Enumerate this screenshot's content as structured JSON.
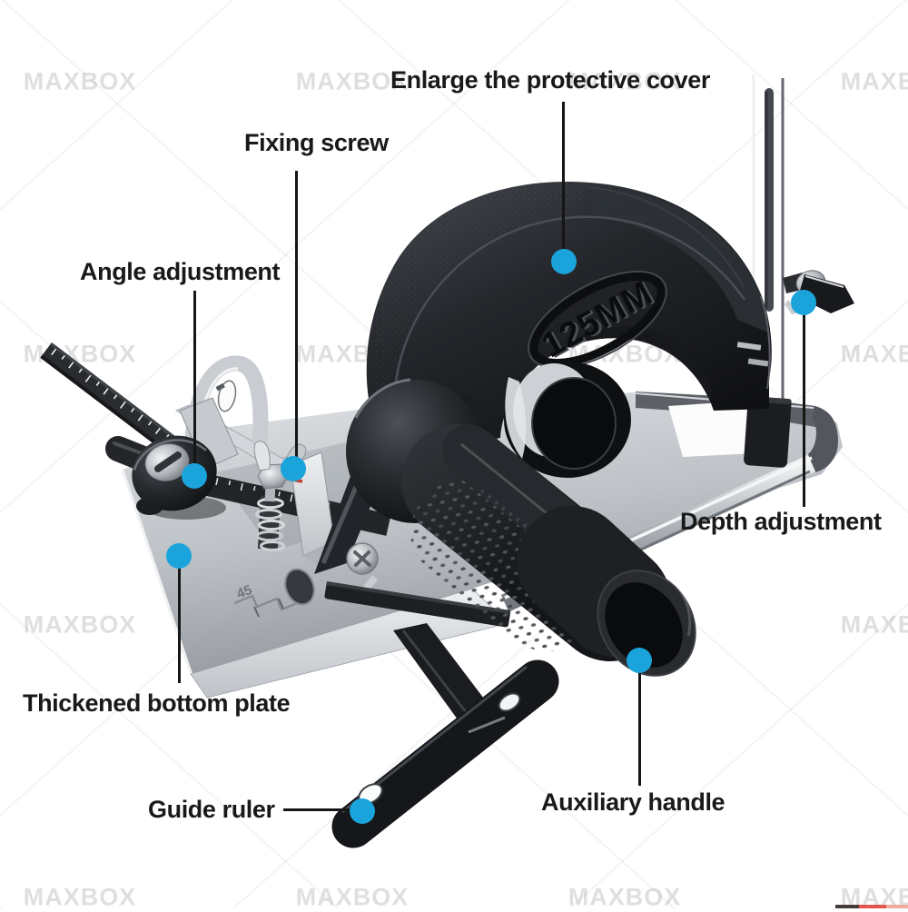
{
  "watermark": {
    "text": "MAXBOX"
  },
  "product": {
    "badge_text": "125MM",
    "plate_mark": "45"
  },
  "annotations": {
    "marker_color": "#1BA4DC",
    "label_color": "#191919",
    "leader_color": "#161616",
    "callouts": [
      {
        "id": "protective-cover",
        "label": "Enlarge the protective cover"
      },
      {
        "id": "fixing-screw",
        "label": "Fixing screw"
      },
      {
        "id": "angle-adjustment",
        "label": "Angle adjustment"
      },
      {
        "id": "depth-adjustment",
        "label": "Depth adjustment"
      },
      {
        "id": "thickened-bottom-plate",
        "label": "Thickened bottom plate"
      },
      {
        "id": "guide-ruler",
        "label": "Guide ruler"
      },
      {
        "id": "auxiliary-handle",
        "label": "Auxiliary handle"
      }
    ]
  }
}
